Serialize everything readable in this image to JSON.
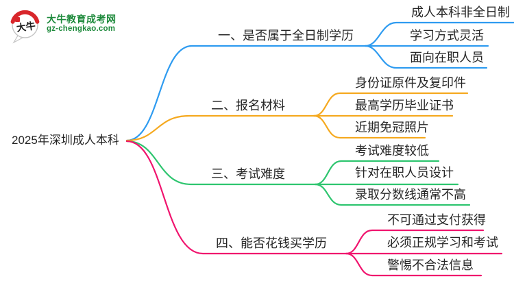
{
  "logo": {
    "brand_name": "大牛教育成考网",
    "domain": "gz-chengkao.com",
    "bubble_text": "大牛",
    "brand_color": "#1E8A3C",
    "accent_red": "#D8262B"
  },
  "root": {
    "label": "2025年深圳成人本科"
  },
  "branches": [
    {
      "label": "一、是否属于全日制学历",
      "color": "#2E9BF0",
      "children": [
        "成人本科非全日制",
        "学习方式灵活",
        "面向在职人员"
      ]
    },
    {
      "label": "二、报名材料",
      "color": "#F5A91F",
      "children": [
        "身份证原件及复印件",
        "最高学历毕业证书",
        "近期免冠照片"
      ]
    },
    {
      "label": "三、考试难度",
      "color": "#2EC56F",
      "children": [
        "考试难度较低",
        "针对在职人员设计",
        "录取分数线通常不高"
      ]
    },
    {
      "label": "四、能否花钱买学历",
      "color": "#F0146E",
      "children": [
        "不可通过支付获得",
        "必须正规学习和考试",
        "警惕不合法信息"
      ]
    }
  ]
}
